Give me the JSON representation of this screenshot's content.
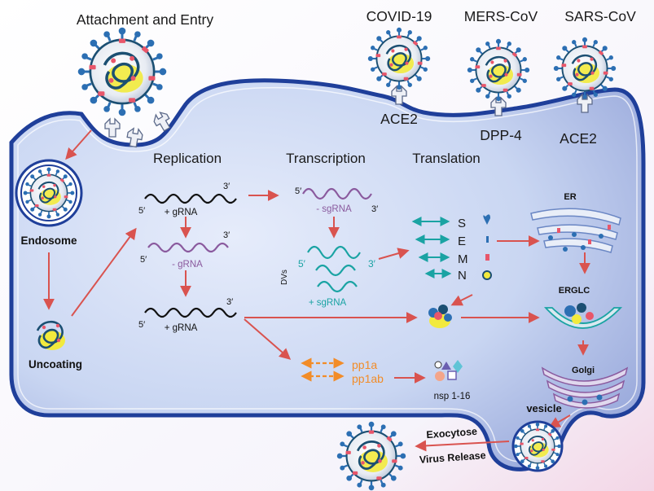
{
  "labels": {
    "attachment": "Attachment and Entry",
    "covid": "COVID-19",
    "mers": "MERS-CoV",
    "sars": "SARS-CoV",
    "ace2_a": "ACE2",
    "dpp4": "DPP-4",
    "ace2_b": "ACE2",
    "replication": "Replication",
    "transcription": "Transcription",
    "translation": "Translation",
    "endosome": "Endosome",
    "uncoating": "Uncoating",
    "er": "ER",
    "erglc": "ERGLC",
    "golgi": "Golgi",
    "vesicle": "vesicle",
    "exocytose": "Exocytose",
    "virus_release": "Virus Release",
    "dvs": "DVs",
    "pp1a": "pp1a",
    "pp1ab": "pp1ab",
    "nsp": "nsp 1-16",
    "gRNA_plus_1": "+ gRNA",
    "gRNA_minus": "- gRNA",
    "gRNA_plus_2": "+ gRNA",
    "sgRNA_minus": "- sgRNA",
    "sgRNA_plus": "+ sgRNA",
    "five_prime": "5′",
    "three_prime": "3′",
    "protein_S": "S",
    "protein_E": "E",
    "protein_M": "M",
    "protein_N": "N"
  },
  "colors": {
    "cell_fill": "#c9d6f2",
    "membrane": "#1f3f9a",
    "arrow": "#d9534f",
    "teal": "#1aa3a3",
    "purple": "#8a5a9e",
    "orange": "#f28c28",
    "virus_core": "#1b4f72",
    "spike": "#2c6fb3"
  }
}
